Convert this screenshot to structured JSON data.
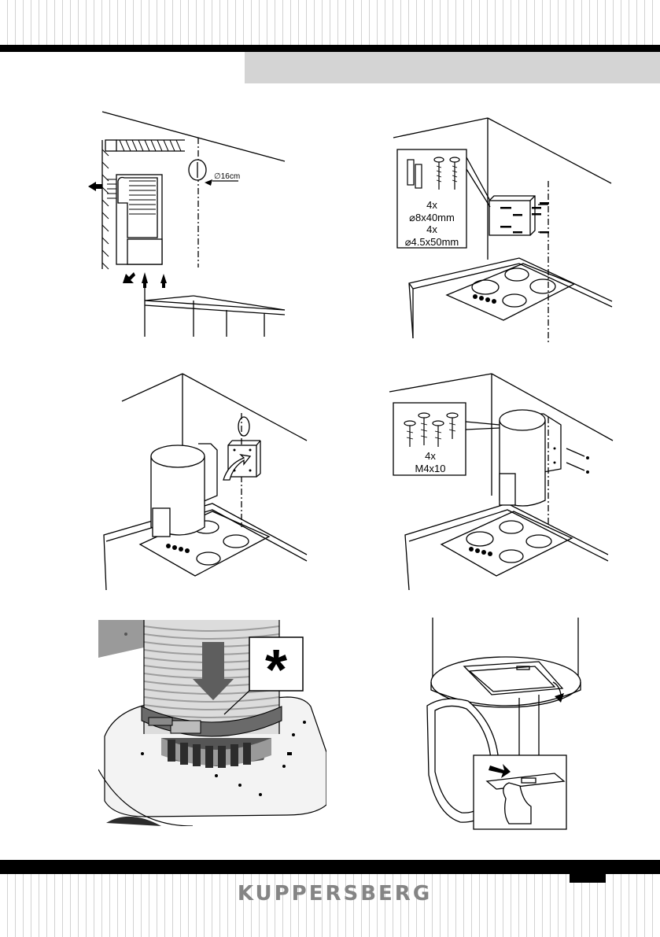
{
  "header": {
    "title": ""
  },
  "panel1": {
    "duct_diameter": "∅16cm"
  },
  "panel2": {
    "qty_plugs": "4x",
    "plug_size": "⌀8x40mm",
    "qty_screws": "4x",
    "screw_size": "⌀4.5x50mm"
  },
  "panel4": {
    "qty": "4x",
    "screw_size": "M4x10"
  },
  "panel5": {
    "note_symbol": "*"
  },
  "footer": {
    "brand": "KUPPERSBERG",
    "page_number": ""
  }
}
